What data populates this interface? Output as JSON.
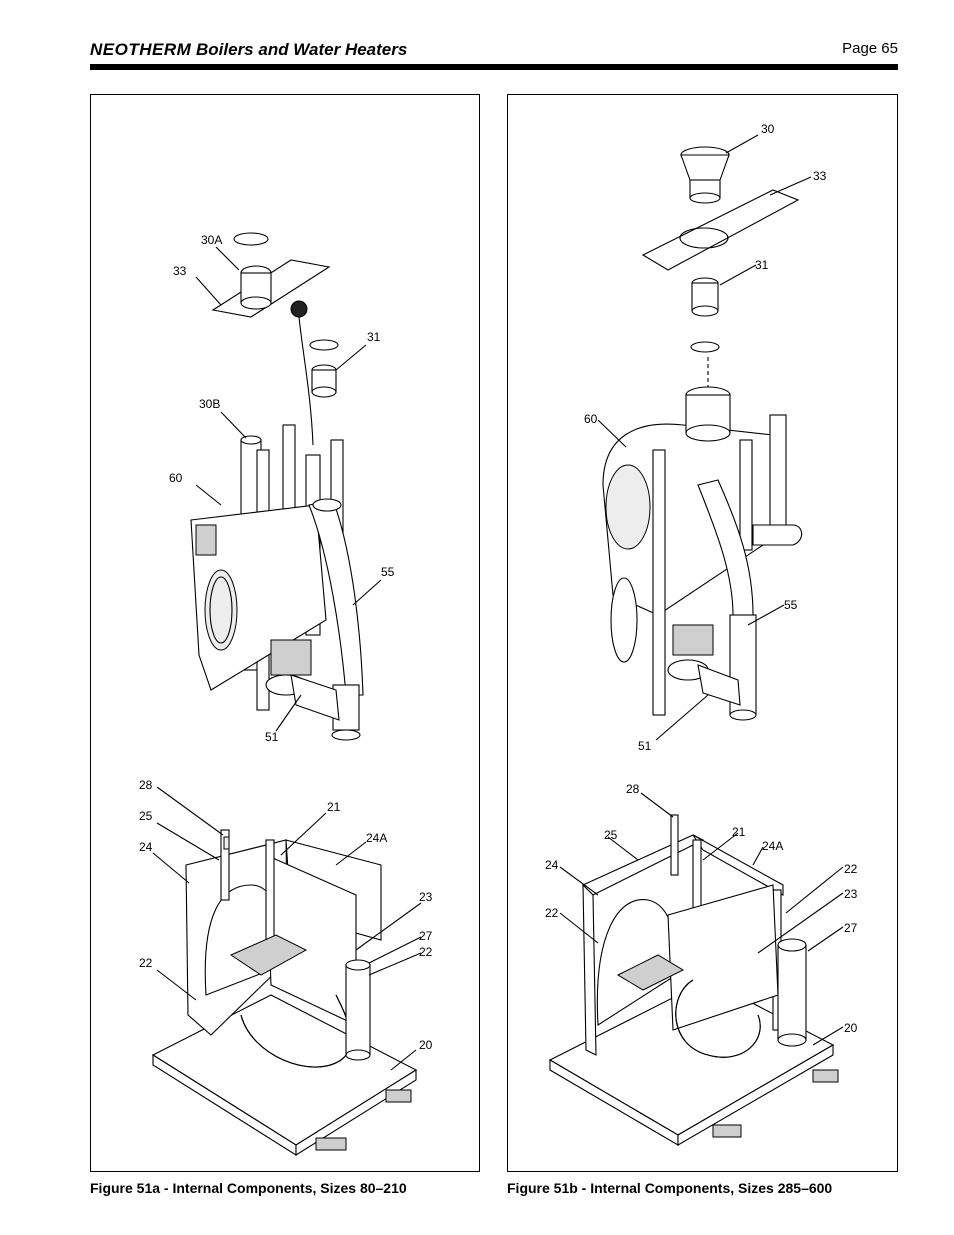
{
  "header": {
    "brand": "NEOTHERM",
    "title_rest": " Boilers and Water Heaters",
    "page": "Page 65"
  },
  "figure_a": {
    "caption": "Figure 51a - Internal Components, Sizes 80–210",
    "callouts": [
      "30A",
      "33",
      "31",
      "30B",
      "60",
      "55",
      "51",
      "28",
      "25",
      "21",
      "24",
      "24A",
      "23",
      "27",
      "22",
      "22",
      "20"
    ]
  },
  "figure_b": {
    "caption": "Figure 51b - Internal Components, Sizes 285–600",
    "callouts": [
      "30",
      "33",
      "31",
      "60",
      "55",
      "51",
      "28",
      "25",
      "21",
      "24A",
      "24",
      "22",
      "22",
      "23",
      "27",
      "20"
    ]
  }
}
